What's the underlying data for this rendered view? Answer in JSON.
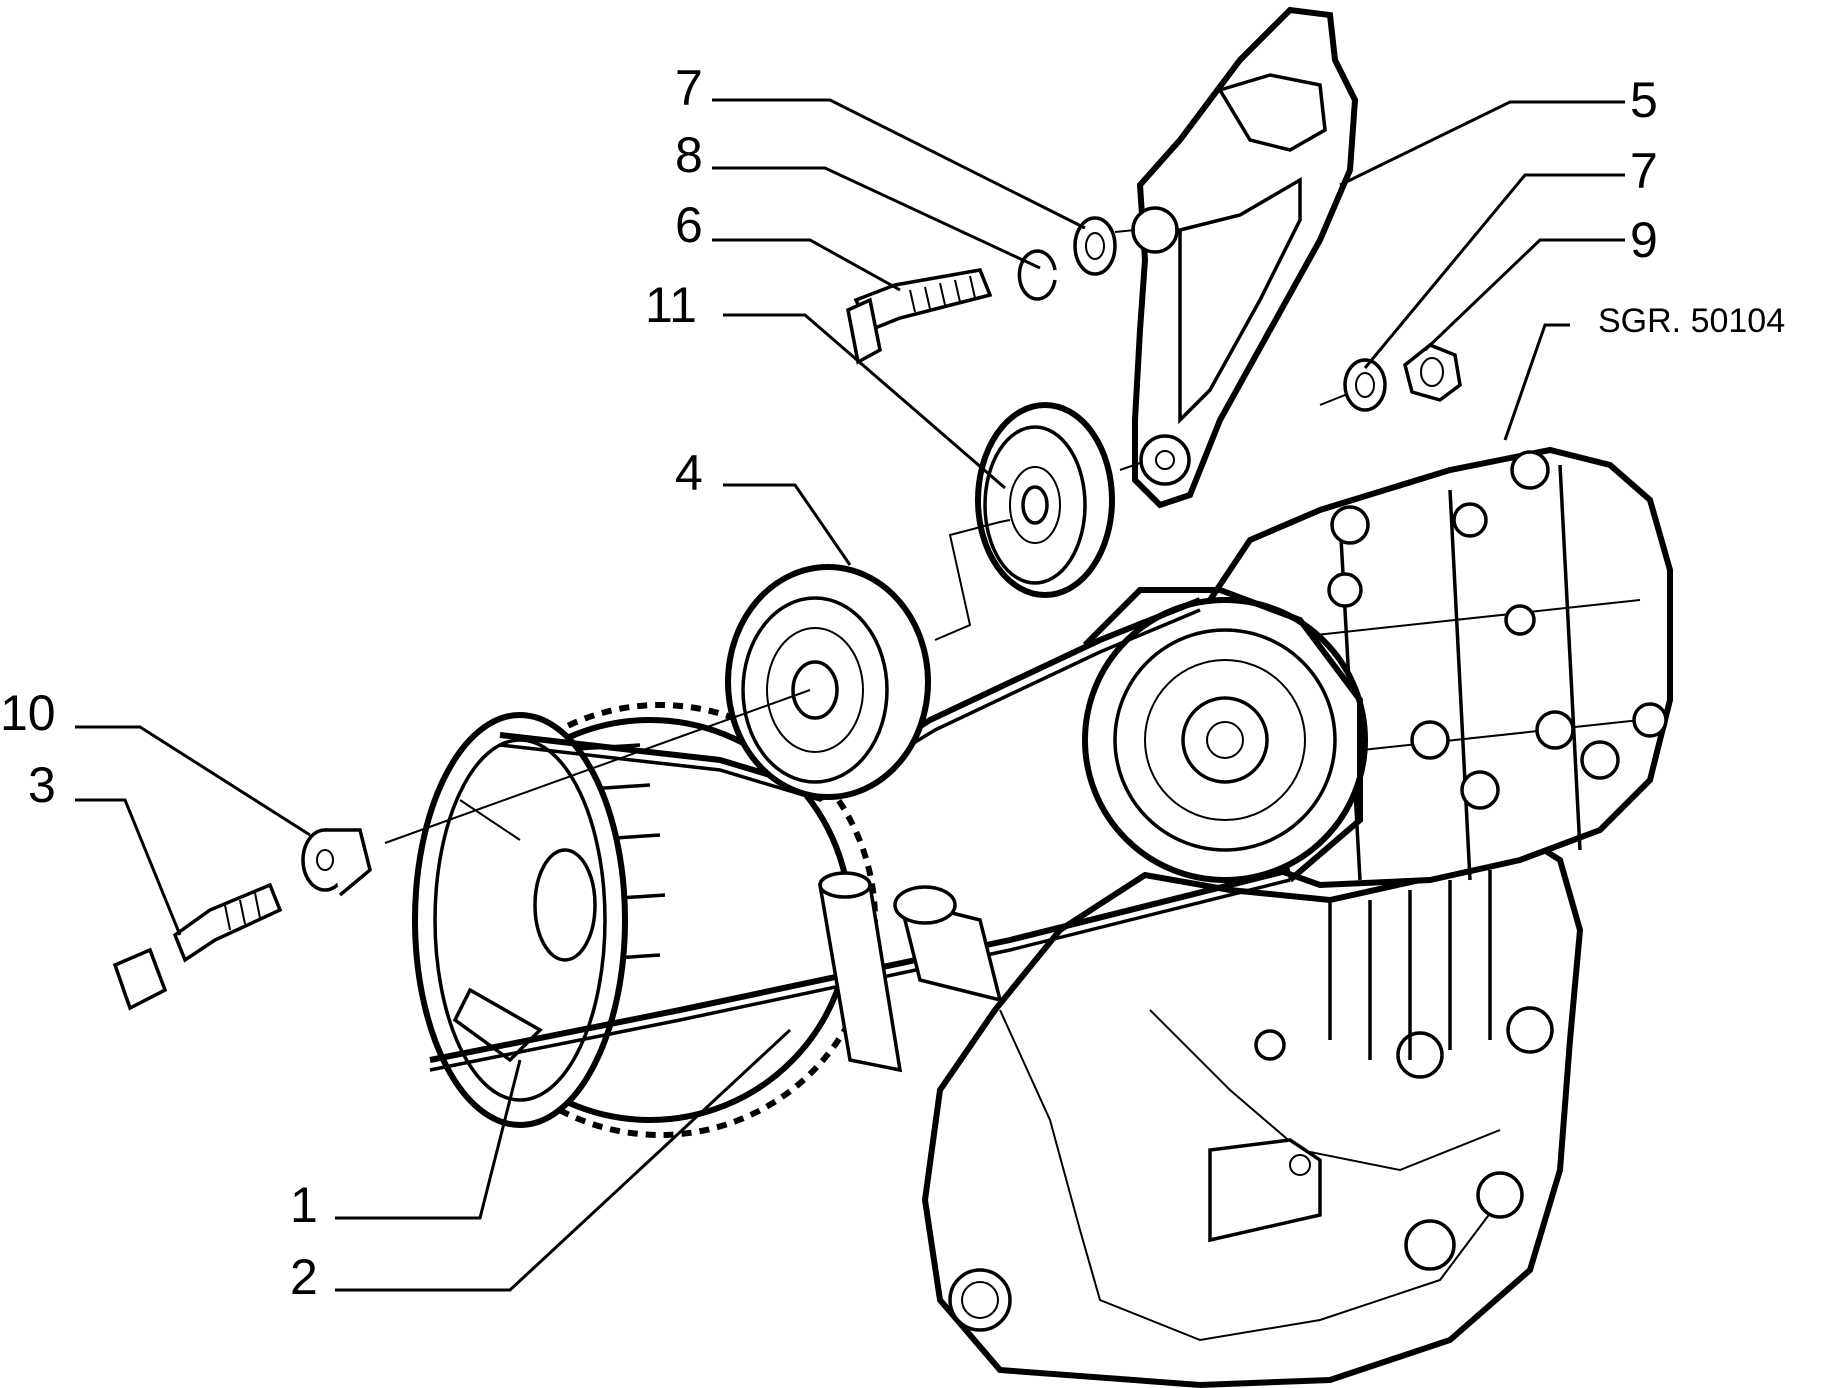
{
  "reference_code": "SGR. 50104",
  "callouts": [
    {
      "id": "c7a",
      "label": "7"
    },
    {
      "id": "c8",
      "label": "8"
    },
    {
      "id": "c6",
      "label": "6"
    },
    {
      "id": "c5",
      "label": "5"
    },
    {
      "id": "c7b",
      "label": "7"
    },
    {
      "id": "c9",
      "label": "9"
    },
    {
      "id": "c11",
      "label": "11"
    },
    {
      "id": "c4",
      "label": "4"
    },
    {
      "id": "c10",
      "label": "10"
    },
    {
      "id": "c3",
      "label": "3"
    },
    {
      "id": "c1",
      "label": "1"
    },
    {
      "id": "c2",
      "label": "2"
    }
  ]
}
